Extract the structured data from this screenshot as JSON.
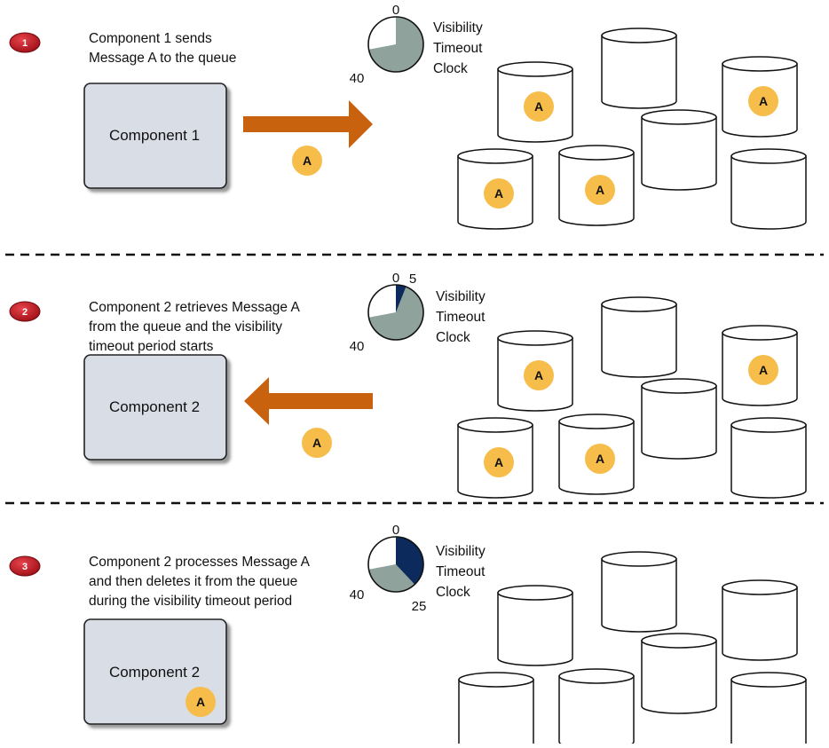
{
  "steps": [
    {
      "number": "1",
      "caption": [
        "Component 1 sends",
        "Message A to the queue"
      ],
      "component": "Component 1",
      "message": "A",
      "arrow_direction": "right",
      "clock": {
        "top_label": "0",
        "left_label": "40",
        "right_label": "",
        "elapsed_fraction": 0
      },
      "clock_label": [
        "Visibility",
        "Timeout",
        "Clock"
      ],
      "queue_messages": [
        "A",
        "",
        "A",
        "",
        "A",
        "A",
        ""
      ]
    },
    {
      "number": "2",
      "caption": [
        "Component 2 retrieves Message A",
        "from the queue and the visibility",
        "timeout period starts"
      ],
      "component": "Component 2",
      "message": "A",
      "arrow_direction": "left",
      "clock": {
        "top_label": "0",
        "left_label": "40",
        "right_label": "5",
        "elapsed_fraction": 0.125
      },
      "clock_label": [
        "Visibility",
        "Timeout",
        "Clock"
      ],
      "queue_messages": [
        "A",
        "",
        "A",
        "",
        "A",
        "A",
        ""
      ]
    },
    {
      "number": "3",
      "caption": [
        "Component 2 processes Message A",
        "and then deletes it from the queue",
        "during the visibility timeout period"
      ],
      "component": "Component 2",
      "message": "A",
      "arrow_direction": "none",
      "clock": {
        "top_label": "0",
        "left_label": "40",
        "right_label": "25",
        "elapsed_fraction": 0.625
      },
      "clock_label": [
        "Visibility",
        "Timeout",
        "Clock"
      ],
      "queue_messages": [
        "",
        "",
        "",
        "",
        "",
        "",
        ""
      ]
    }
  ],
  "colors": {
    "arrow": "#c8620f",
    "message_badge": "#f6bd4a",
    "step_badge": "#b5121b",
    "clock_remaining": "#8fa29c",
    "clock_elapsed": "#0c2a5b",
    "component_fill": "#d9dde6"
  }
}
